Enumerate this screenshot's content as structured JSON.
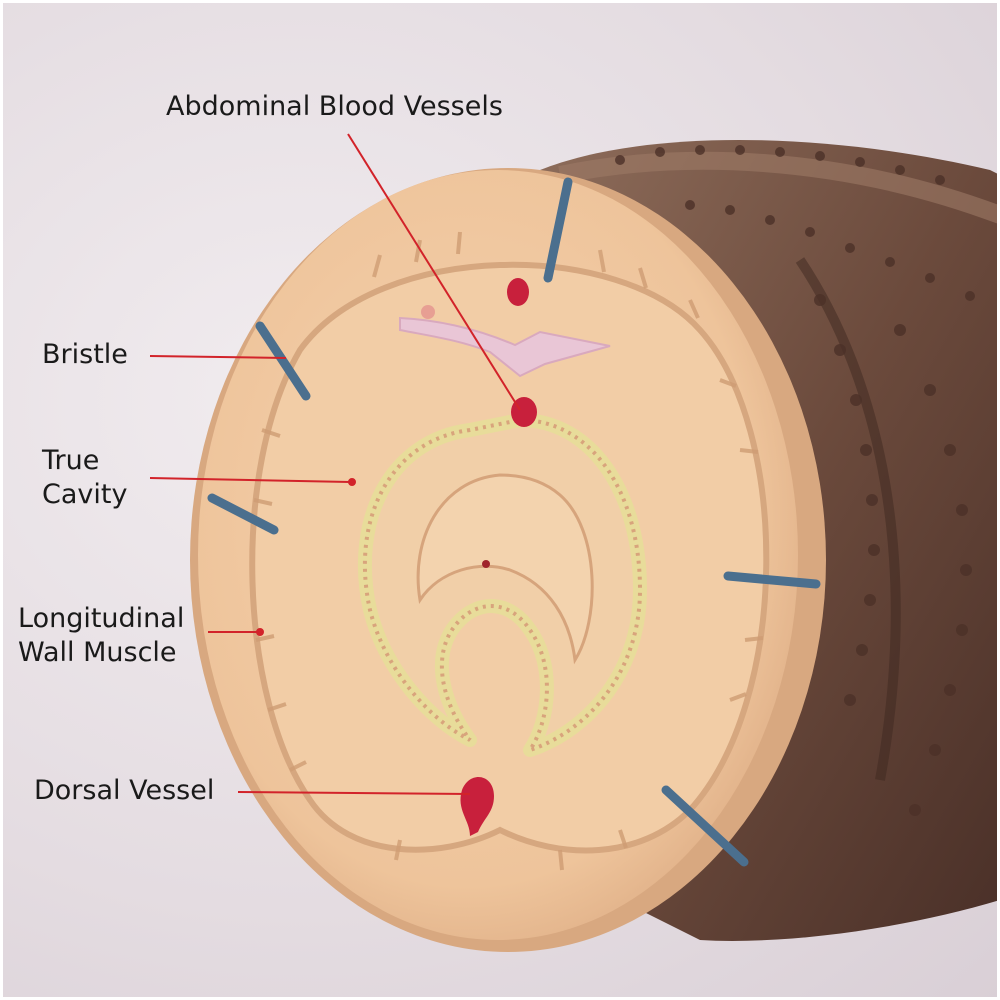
{
  "labels": {
    "abdominal_blood_vessels": "Abdominal Blood Vessels",
    "bristle": "Bristle",
    "true_cavity_line1": "True",
    "true_cavity_line2": "Cavity",
    "longitudinal_line1": "Longitudinal",
    "longitudinal_line2": "Wall Muscle",
    "dorsal_vessel": "Dorsal Vessel"
  },
  "colors": {
    "pointer_line": "#d2232a",
    "model_skin": "#f0c9a2",
    "model_body_brown": "#7a5a4a",
    "bristle_blue": "#4b6f8e",
    "vessel_red": "#c8203c",
    "nerve_pink": "#e9c6d6",
    "gut_yellow": "#e8dc9a"
  }
}
